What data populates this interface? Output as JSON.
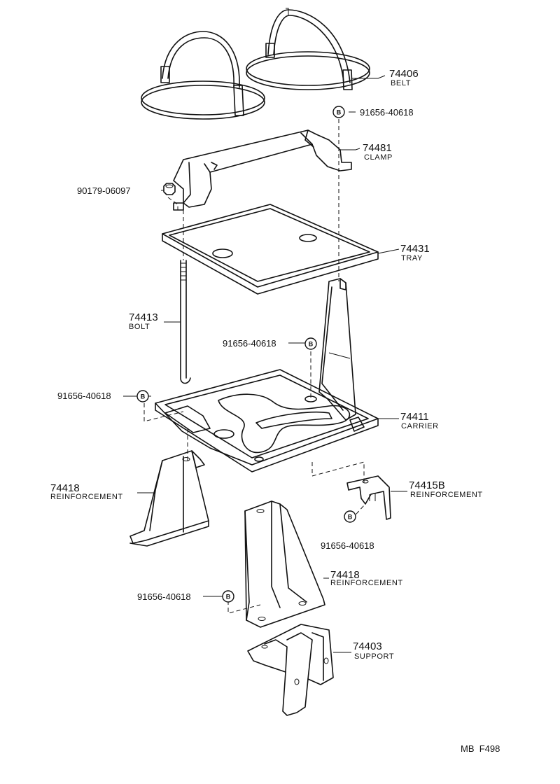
{
  "callouts": {
    "belt": {
      "number": "74406",
      "name": "BELT"
    },
    "clamp": {
      "number": "74481",
      "name": "CLAMP"
    },
    "tray": {
      "number": "74431",
      "name": "TRAY"
    },
    "bolt": {
      "number": "74413",
      "name": "BOLT"
    },
    "carrier": {
      "number": "74411",
      "name": "CARRIER"
    },
    "reinf_left": {
      "number": "74418",
      "name": "REINFORCEMENT"
    },
    "reinf_right": {
      "number": "74415B",
      "name": "REINFORCEMENT"
    },
    "reinf_lower": {
      "number": "74418",
      "name": "REINFORCEMENT"
    },
    "support": {
      "number": "74403",
      "name": "SUPPORT"
    }
  },
  "refs": {
    "nut": "90179-06097",
    "bolt_top": "91656-40618",
    "bolt_mid": "91656-40618",
    "bolt_left": "91656-40618",
    "bolt_right": "91656-40618",
    "bolt_lower": "91656-40618",
    "badge_letter": "B"
  },
  "footer": {
    "code": "MB  F498"
  }
}
